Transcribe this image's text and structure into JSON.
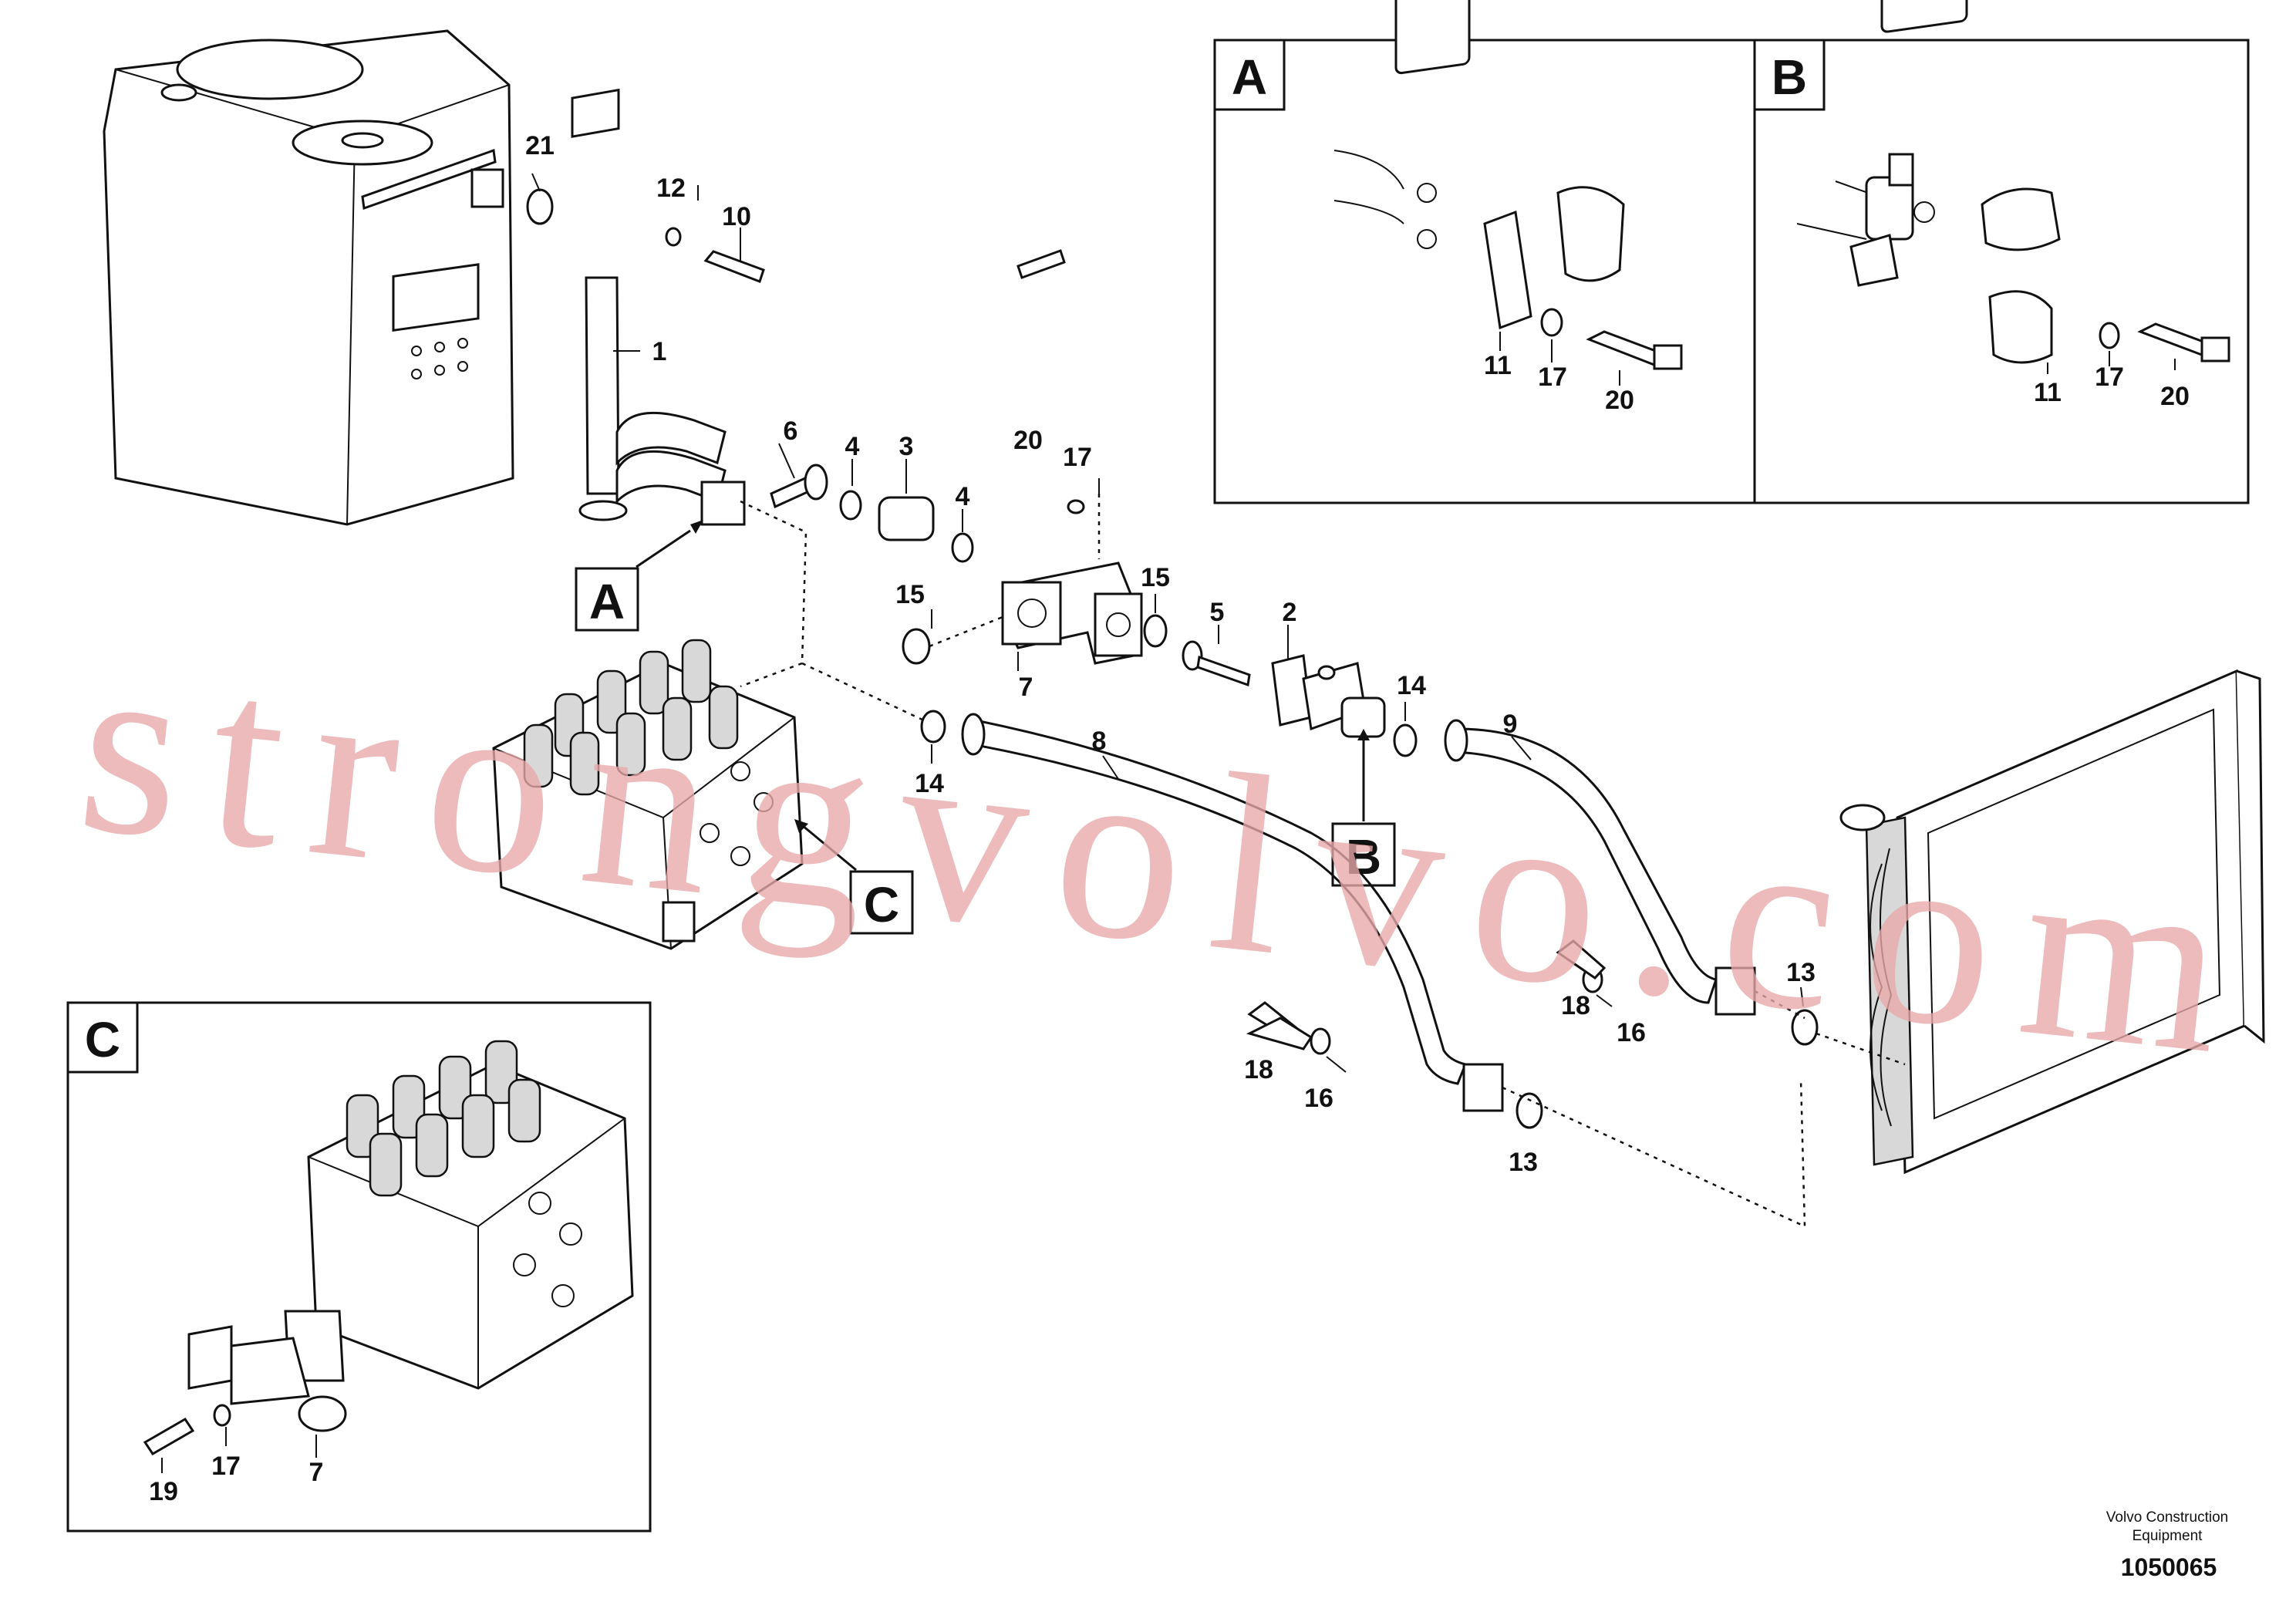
{
  "callouts": {
    "c1": "1",
    "c2": "2",
    "c3": "3",
    "c4a": "4",
    "c4b": "4",
    "c5": "5",
    "c6": "6",
    "c7a": "7",
    "c8": "8",
    "c9": "9",
    "c10": "10",
    "c12": "12",
    "c13a": "13",
    "c13b": "13",
    "c14a": "14",
    "c14b": "14",
    "c15a": "15",
    "c15b": "15",
    "c16a": "16",
    "c16b": "16",
    "c17a": "17",
    "c18a": "18",
    "c18b": "18",
    "c20a": "20",
    "c21": "21"
  },
  "markers": {
    "a": "A",
    "b": "B",
    "c": "C"
  },
  "detail_a": {
    "letter": "A",
    "p11": "11",
    "p17": "17",
    "p20": "20"
  },
  "detail_b": {
    "letter": "B",
    "p11": "11",
    "p17": "17",
    "p20": "20"
  },
  "detail_c": {
    "letter": "C",
    "p17": "17",
    "p7": "7",
    "p19": "19"
  },
  "watermark": "strongvolvo.com",
  "credit": {
    "line1": "Volvo Construction",
    "line2": "Equipment",
    "doc_number": "1050065"
  }
}
